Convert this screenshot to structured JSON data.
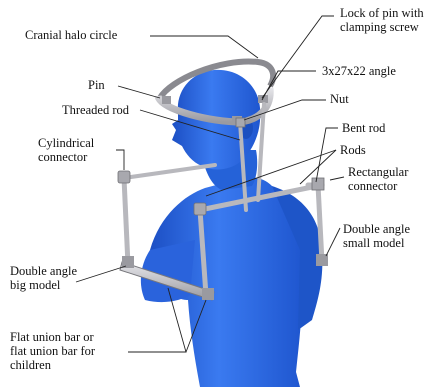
{
  "labels": {
    "cranial_halo_circle": "Cranial halo circle",
    "lock_of_pin_line1": "Lock of pin with",
    "lock_of_pin_line2": "clamping screw",
    "angle_3x27x22": "3x27x22 angle",
    "pin": "Pin",
    "nut": "Nut",
    "threaded_rod": "Threaded rod",
    "bent_rod": "Bent rod",
    "cylindrical_line1": "Cylindrical",
    "cylindrical_line2": "connector",
    "rods": "Rods",
    "rectangular_line1": "Rectangular",
    "rectangular_line2": "connector",
    "double_small_line1": "Double angle",
    "double_small_line2": "small model",
    "double_big_line1": "Double angle",
    "double_big_line2": "big model",
    "flat_union_line1": "Flat union bar or",
    "flat_union_line2": "flat union bar for",
    "flat_union_line3": "children"
  },
  "colors": {
    "mannequin": "#2f6fe6",
    "mannequin_shade": "#1b4fc0",
    "metal": "#c9c9cc",
    "metal_dark": "#8a8a90",
    "leader": "#222222"
  }
}
